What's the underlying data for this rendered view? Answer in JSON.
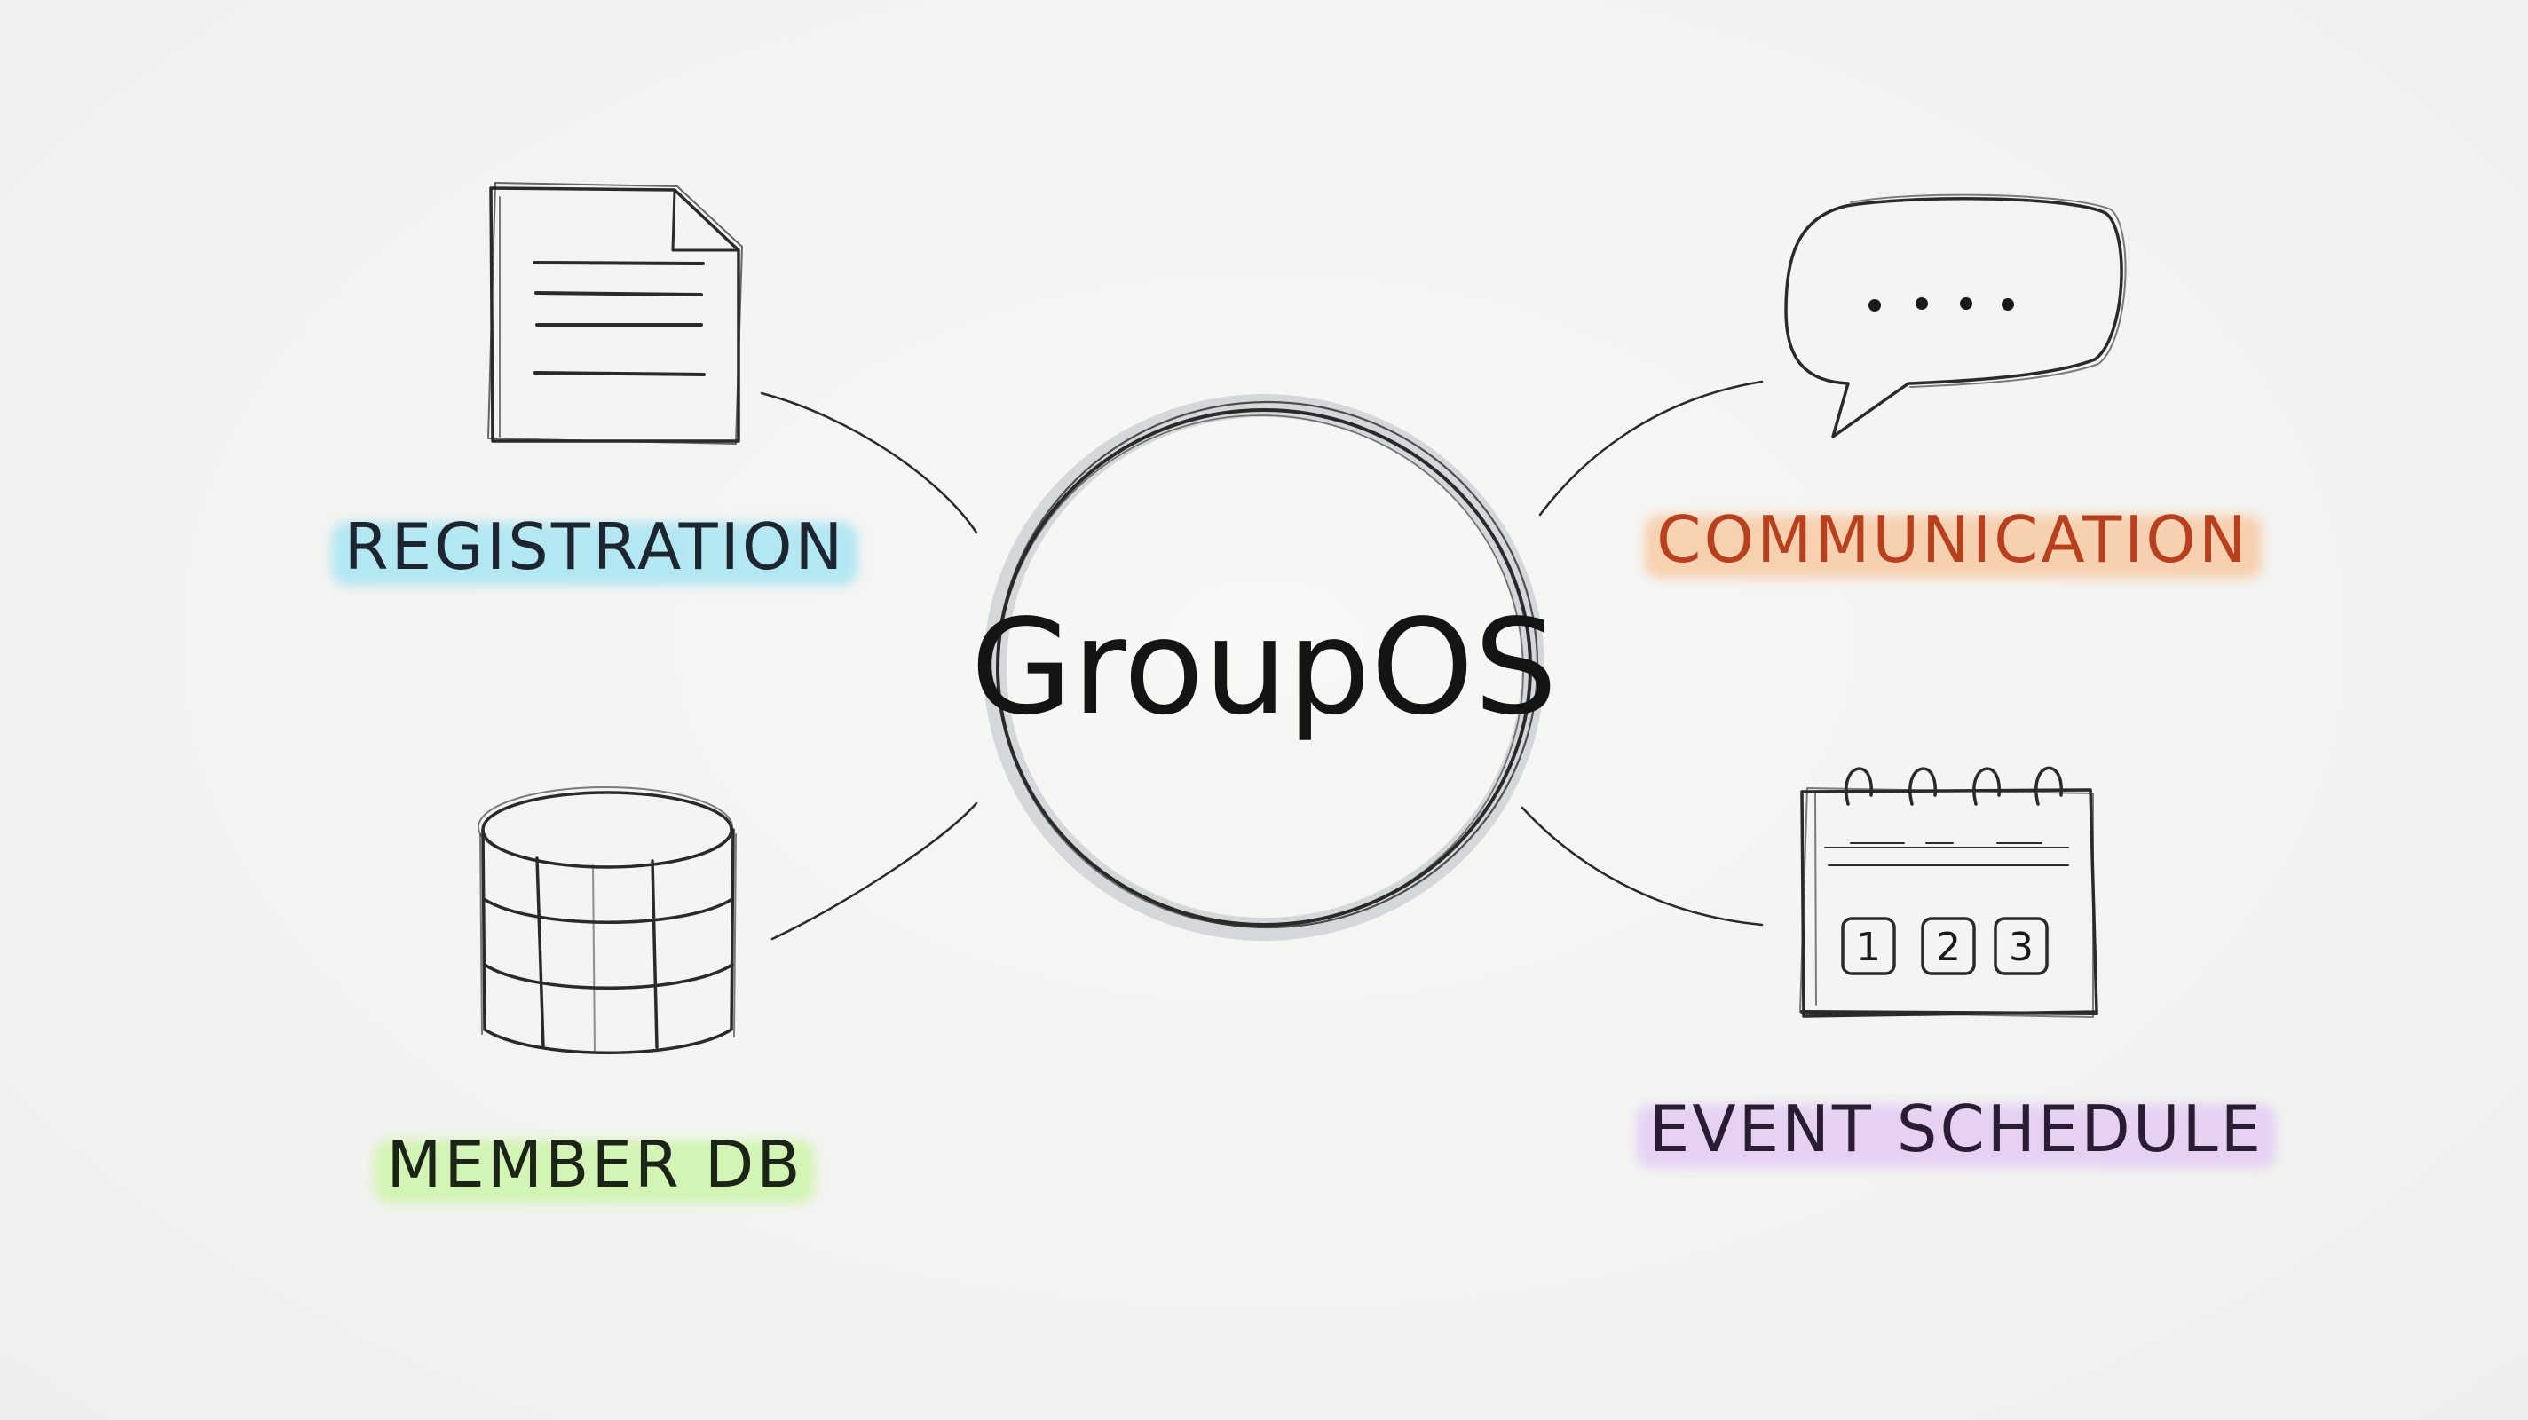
{
  "center": {
    "title": "GroupOS"
  },
  "nodes": [
    {
      "id": "registration",
      "label": "REGISTRATION",
      "icon": "document-icon",
      "text_color": "#1c2530",
      "highlight_color": "#9ee3f2"
    },
    {
      "id": "member-db",
      "label": "MEMBER DB",
      "icon": "database-icon",
      "text_color": "#1c2418",
      "highlight_color": "#c8f5a0"
    },
    {
      "id": "communication",
      "label": "COMMUNICATION",
      "icon": "speech-bubble-icon",
      "text_color": "#b8401f",
      "highlight_color": "#f8c59a"
    },
    {
      "id": "event-schedule",
      "label": "EVENT SCHEDULE",
      "icon": "calendar-icon",
      "text_color": "#2a1d33",
      "highlight_color": "#e2c6f4"
    }
  ],
  "calendar_days": [
    "1",
    "2",
    "3"
  ]
}
